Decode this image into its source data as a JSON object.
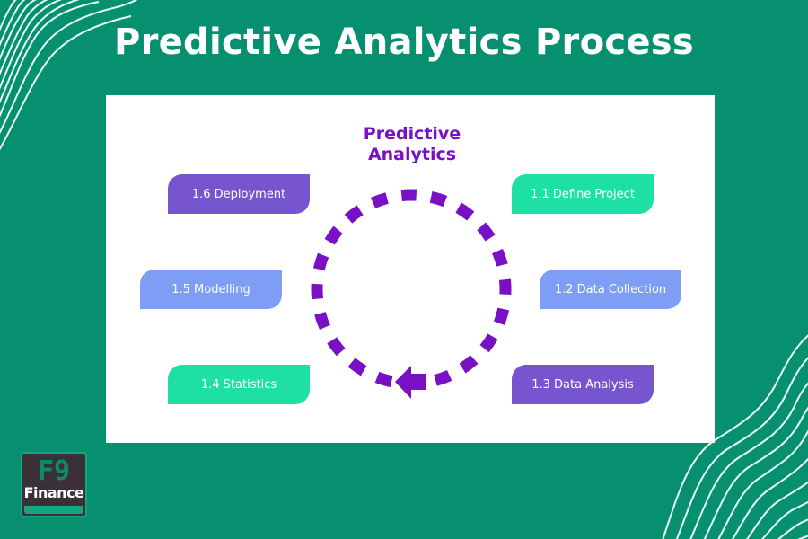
{
  "title": "Predictive Analytics Process",
  "center_label": {
    "line1": "Predictive",
    "line2": "Analytics"
  },
  "steps": [
    {
      "label": "1.1 Define Project",
      "color": "#1fe0a4"
    },
    {
      "label": "1.2 Data Collection",
      "color": "#7e9ef5"
    },
    {
      "label": "1.3 Data Analysis",
      "color": "#7655cf"
    },
    {
      "label": "1.4 Statistics",
      "color": "#1fe0a4"
    },
    {
      "label": "1.5 Modelling",
      "color": "#7e9ef5"
    },
    {
      "label": "1.6 Deployment",
      "color": "#7655cf"
    }
  ],
  "cycle": {
    "color": "#7a10c4",
    "direction": "counter-clockwise",
    "icon": "arrow-left-icon"
  },
  "logo": {
    "mark": "F9",
    "name": "Finance"
  },
  "colors": {
    "background": "#07906f",
    "card": "#ffffff",
    "accent_purple": "#7a10c4"
  }
}
